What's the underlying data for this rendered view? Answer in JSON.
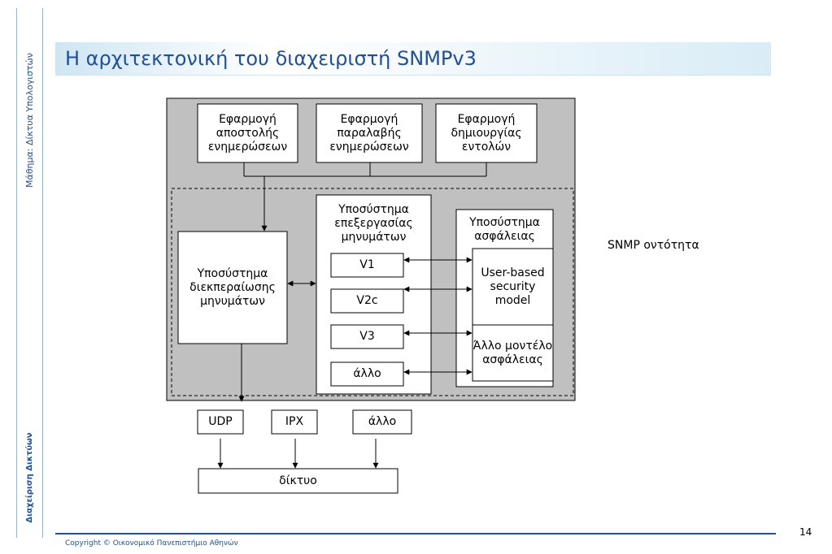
{
  "sidebar": {
    "course": "Μάθημα: Δίκτυα Υπολογιστών",
    "subject": "Διαχείριση Δικτύων"
  },
  "slide": {
    "title": "Η αρχιτεκτονική του διαχειριστή SNMPv3",
    "entity_label": "SNMP οντότητα",
    "copyright": "Copyright © Οικονομικό Πανεπιστήμιο Αθηνών",
    "page_number": "14"
  },
  "diagram": {
    "apps": [
      "Εφαρμογή αποστολής ενημερώσεων",
      "Εφαρμογή παραλαβής ενημερώσεων",
      "Εφαρμογή δημιουργίας εντολών"
    ],
    "dispatcher": "Υποσύστημα διεκπεραίωσης μηνυμάτων",
    "processing": {
      "title": "Υποσύστημα επεξεργασίας μηνυμάτων",
      "models": [
        "V1",
        "V2c",
        "V3",
        "άλλο"
      ]
    },
    "security": {
      "title": "Υποσύστημα ασφάλειας",
      "usm": "User-based security model",
      "other": "Άλλο μοντέλο ασφάλειας"
    },
    "transports": [
      "UDP",
      "IPX",
      "άλλο"
    ],
    "network": "δίκτυο"
  },
  "colors": {
    "accent": "#1f4fa3",
    "entity_fill": "#c0c0c0"
  }
}
